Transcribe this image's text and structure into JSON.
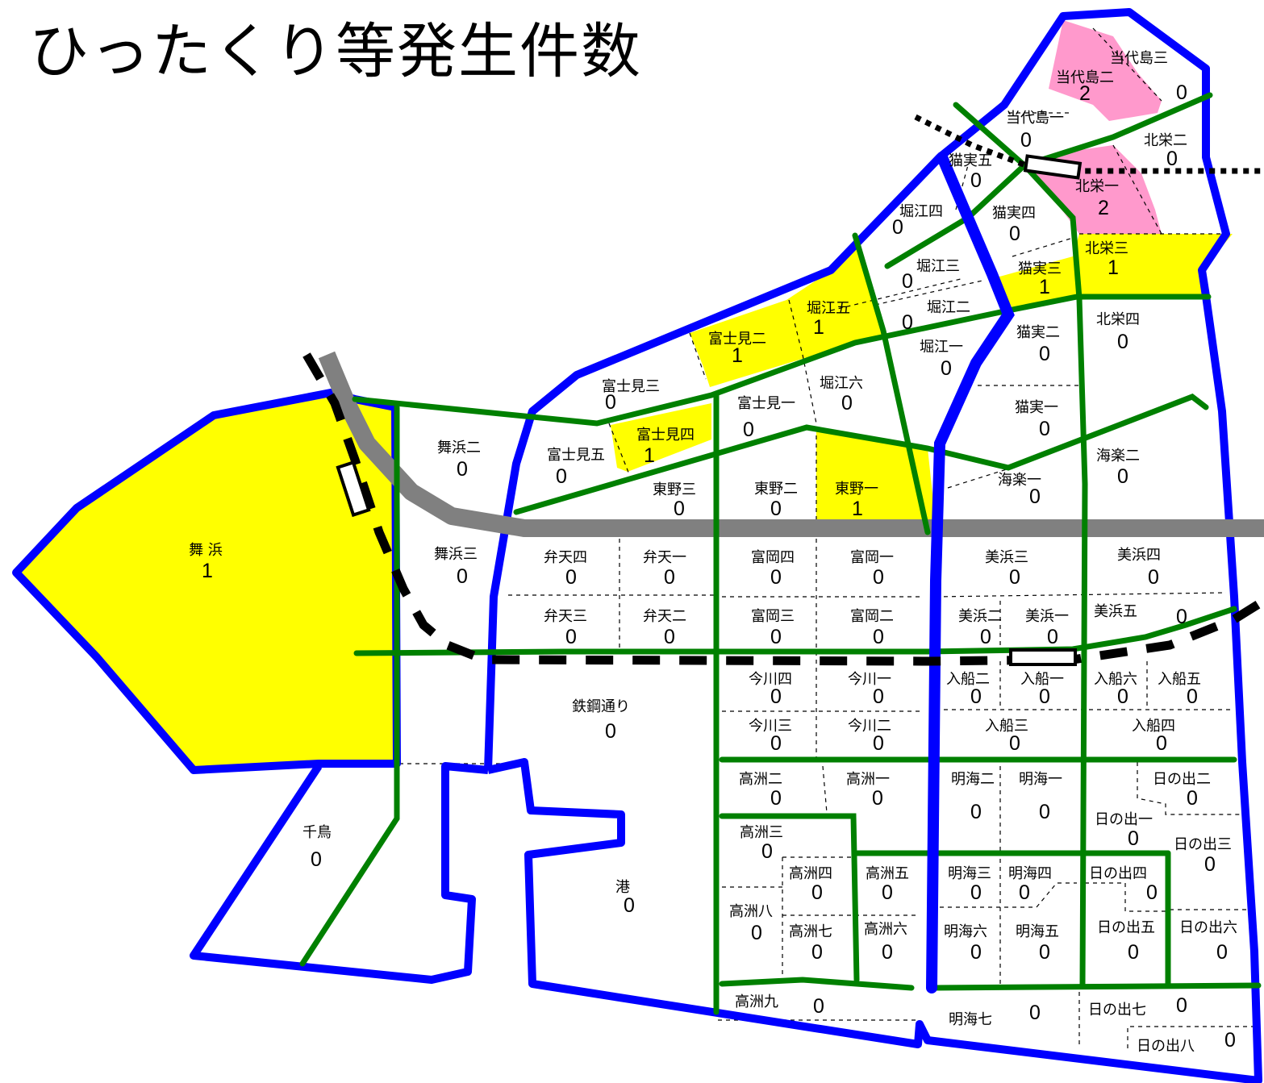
{
  "title": "ひったくり等発生件数",
  "colors": {
    "zero": "#ffffff",
    "one": "#ffff00",
    "two": "#ff99cc",
    "boundary": "#0000ff",
    "road": "#008000",
    "highway": "#808080",
    "railway": "#000000"
  },
  "districts": [
    {
      "name": "当代島三",
      "count": "0"
    },
    {
      "name": "当代島二",
      "count": "2"
    },
    {
      "name": "当代島一",
      "count": "0"
    },
    {
      "name": "北栄二",
      "count": "0"
    },
    {
      "name": "猫実五",
      "count": "0"
    },
    {
      "name": "北栄一",
      "count": "2"
    },
    {
      "name": "堀江四",
      "count": "0"
    },
    {
      "name": "猫実四",
      "count": "0"
    },
    {
      "name": "北栄三",
      "count": "1"
    },
    {
      "name": "堀江三",
      "count": "0"
    },
    {
      "name": "猫実三",
      "count": "1"
    },
    {
      "name": "堀江五",
      "count": "1"
    },
    {
      "name": "堀江二",
      "count": "0"
    },
    {
      "name": "北栄四",
      "count": "0"
    },
    {
      "name": "富士見二",
      "count": "1"
    },
    {
      "name": "猫実二",
      "count": "0"
    },
    {
      "name": "堀江一",
      "count": "0"
    },
    {
      "name": "富士見三",
      "count": "0"
    },
    {
      "name": "堀江六",
      "count": "0"
    },
    {
      "name": "富士見一",
      "count": "0"
    },
    {
      "name": "猫実一",
      "count": "0"
    },
    {
      "name": "富士見四",
      "count": "1"
    },
    {
      "name": "舞浜二",
      "count": "0"
    },
    {
      "name": "富士見五",
      "count": "0"
    },
    {
      "name": "海楽二",
      "count": "0"
    },
    {
      "name": "東野三",
      "count": "0"
    },
    {
      "name": "東野二",
      "count": "0"
    },
    {
      "name": "東野一",
      "count": "1"
    },
    {
      "name": "海楽一",
      "count": "0"
    },
    {
      "name": "舞 浜",
      "count": "1"
    },
    {
      "name": "舞浜三",
      "count": "0"
    },
    {
      "name": "弁天四",
      "count": "0"
    },
    {
      "name": "弁天一",
      "count": "0"
    },
    {
      "name": "富岡四",
      "count": "0"
    },
    {
      "name": "富岡一",
      "count": "0"
    },
    {
      "name": "美浜三",
      "count": "0"
    },
    {
      "name": "美浜四",
      "count": "0"
    },
    {
      "name": "弁天三",
      "count": "0"
    },
    {
      "name": "弁天二",
      "count": "0"
    },
    {
      "name": "富岡三",
      "count": "0"
    },
    {
      "name": "富岡二",
      "count": "0"
    },
    {
      "name": "美浜二",
      "count": "0"
    },
    {
      "name": "美浜一",
      "count": "0"
    },
    {
      "name": "美浜五",
      "count": "0"
    },
    {
      "name": "今川四",
      "count": "0"
    },
    {
      "name": "今川一",
      "count": "0"
    },
    {
      "name": "入船二",
      "count": "0"
    },
    {
      "name": "入船一",
      "count": "0"
    },
    {
      "name": "入船六",
      "count": "0"
    },
    {
      "name": "入船五",
      "count": "0"
    },
    {
      "name": "鉄鋼通り",
      "count": "0"
    },
    {
      "name": "今川三",
      "count": "0"
    },
    {
      "name": "今川二",
      "count": "0"
    },
    {
      "name": "入船三",
      "count": "0"
    },
    {
      "name": "入船四",
      "count": "0"
    },
    {
      "name": "高洲二",
      "count": "0"
    },
    {
      "name": "高洲一",
      "count": "0"
    },
    {
      "name": "明海二",
      "count": "0"
    },
    {
      "name": "明海一",
      "count": "0"
    },
    {
      "name": "日の出二",
      "count": "0"
    },
    {
      "name": "千鳥",
      "count": "0"
    },
    {
      "name": "日の出一",
      "count": "0"
    },
    {
      "name": "高洲三",
      "count": "0"
    },
    {
      "name": "日の出三",
      "count": "0"
    },
    {
      "name": "高洲四",
      "count": "0"
    },
    {
      "name": "高洲五",
      "count": "0"
    },
    {
      "name": "明海三",
      "count": "0"
    },
    {
      "name": "明海四",
      "count": "0"
    },
    {
      "name": "日の出四",
      "count": "0"
    },
    {
      "name": "港",
      "count": "0"
    },
    {
      "name": "高洲八",
      "count": "0"
    },
    {
      "name": "高洲七",
      "count": "0"
    },
    {
      "name": "高洲六",
      "count": "0"
    },
    {
      "name": "明海六",
      "count": "0"
    },
    {
      "name": "明海五",
      "count": "0"
    },
    {
      "name": "日の出五",
      "count": "0"
    },
    {
      "name": "日の出六",
      "count": "0"
    },
    {
      "name": "高洲九",
      "count": "0"
    },
    {
      "name": "明海七",
      "count": "0"
    },
    {
      "name": "日の出七",
      "count": "0"
    },
    {
      "name": "日の出八",
      "count": "0"
    }
  ]
}
